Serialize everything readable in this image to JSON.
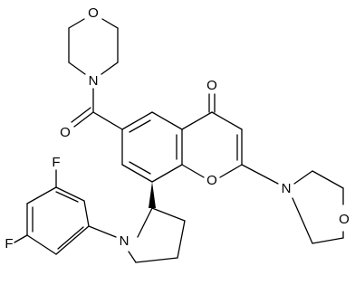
{
  "structure": {
    "atoms": {
      "morpholine_top_O": "O",
      "morpholine_top_N": "N",
      "carbonyl_O": "O",
      "chromone_ketone_O": "O",
      "chromone_ring_O": "O",
      "morpholine_right_N": "N",
      "morpholine_right_O": "O",
      "fluoro_top": "F",
      "fluoro_bottom": "F",
      "pyrrolidine_N": "N"
    }
  }
}
